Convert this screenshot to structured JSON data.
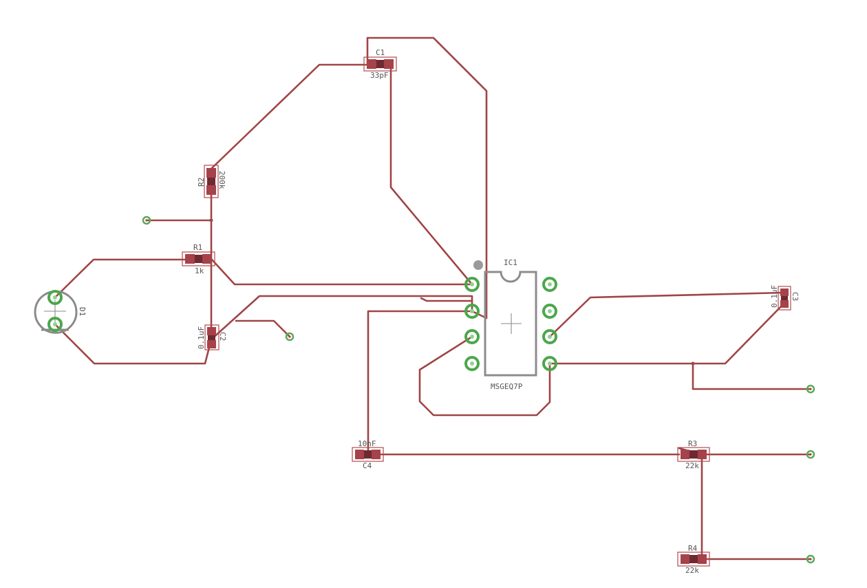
{
  "components": {
    "c1": {
      "name": "C1",
      "value": "33pF"
    },
    "c2": {
      "name": "C2",
      "value": "0.1uF"
    },
    "c3": {
      "name": "C3",
      "value": "0.1uF"
    },
    "c4": {
      "name": "C4",
      "value": "10nF"
    },
    "r1": {
      "name": "R1",
      "value": "1k"
    },
    "r2": {
      "name": "R2",
      "value": "200k"
    },
    "r3": {
      "name": "R3",
      "value": "22k"
    },
    "r4": {
      "name": "R4",
      "value": "22k"
    },
    "d1": {
      "name": "D1"
    },
    "ic1": {
      "name": "IC1",
      "value": "MSGEQ7P"
    }
  },
  "colors": {
    "trace": "#a04444",
    "pad": "#a6424a",
    "tht_ring": "#4ca64c",
    "silkscreen": "#8c8c8c",
    "background": "#ffffff"
  }
}
